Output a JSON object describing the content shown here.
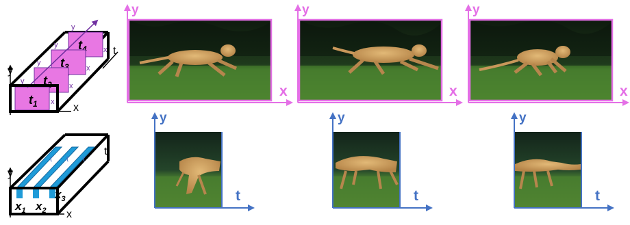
{
  "colors": {
    "xy_accent": "#e46fe6",
    "xt_accent": "#4472c4",
    "slab_fill": "#e877e3",
    "strip_fill": "#1f9bd8",
    "box_stroke": "#000000",
    "purple_labels": "#7030a0"
  },
  "xy_cube": {
    "axis_y": "y",
    "axis_x": "x",
    "axis_t": "t",
    "slices": [
      {
        "label": "t",
        "sub": "1",
        "sx": "x",
        "sy": "y"
      },
      {
        "label": "t",
        "sub": "2",
        "sx": "x",
        "sy": "y"
      },
      {
        "label": "t",
        "sub": "3",
        "sx": "x",
        "sy": "y"
      },
      {
        "label": "t",
        "sub": "4",
        "sx": "x",
        "sy": "y"
      }
    ]
  },
  "xt_cube": {
    "axis_y": "y",
    "axis_x": "x",
    "axis_t": "t",
    "slices": [
      {
        "label": "x",
        "sub": "1",
        "st": "t"
      },
      {
        "label": "x",
        "sub": "2",
        "st": "t"
      },
      {
        "label": "x",
        "sub": "3",
        "st": "t"
      }
    ]
  },
  "xy_panels": [
    {
      "axis_y": "y",
      "axis_x": "x"
    },
    {
      "axis_y": "y",
      "axis_x": "x"
    },
    {
      "axis_y": "y",
      "axis_x": "x"
    }
  ],
  "xt_panels": [
    {
      "axis_y": "y",
      "axis_t": "t"
    },
    {
      "axis_y": "y",
      "axis_t": "t"
    },
    {
      "axis_y": "y",
      "axis_t": "t"
    }
  ]
}
